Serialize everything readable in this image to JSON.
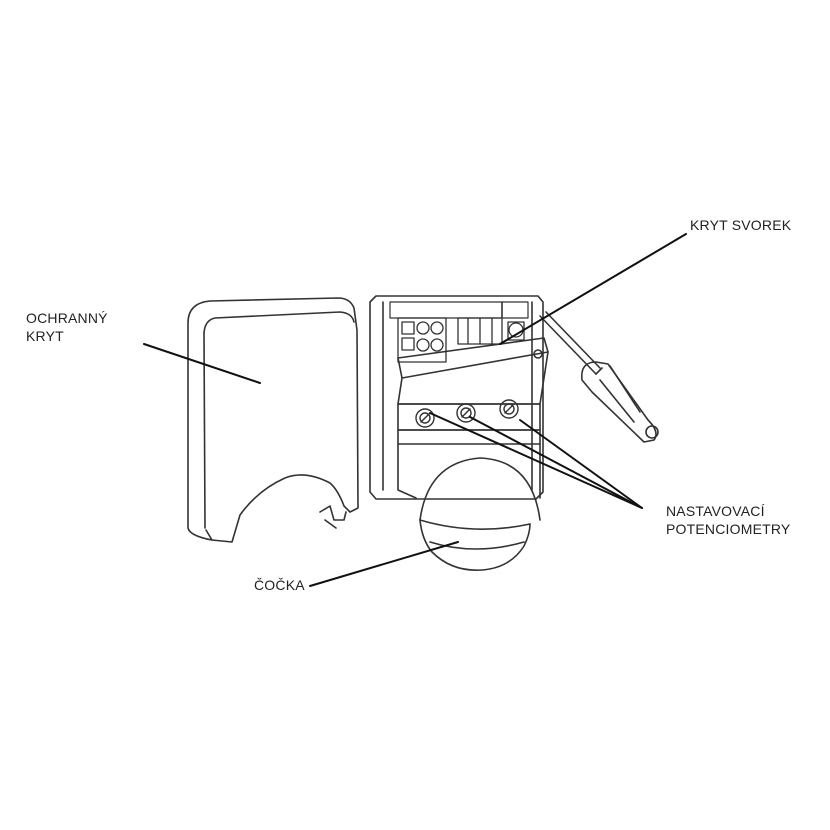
{
  "labels": {
    "cover": {
      "line1": "OCHRANNÝ",
      "line2": "KRYT"
    },
    "terminal_cover": {
      "line1": "KRYT SVOREK"
    },
    "potentiometers": {
      "line1": "NASTAVOVACÍ",
      "line2": "POTENCIOMETRY"
    },
    "lens": {
      "line1": "ČOČKA"
    }
  },
  "colors": {
    "stroke": "#333333",
    "leader": "#111111",
    "text": "#222222"
  }
}
